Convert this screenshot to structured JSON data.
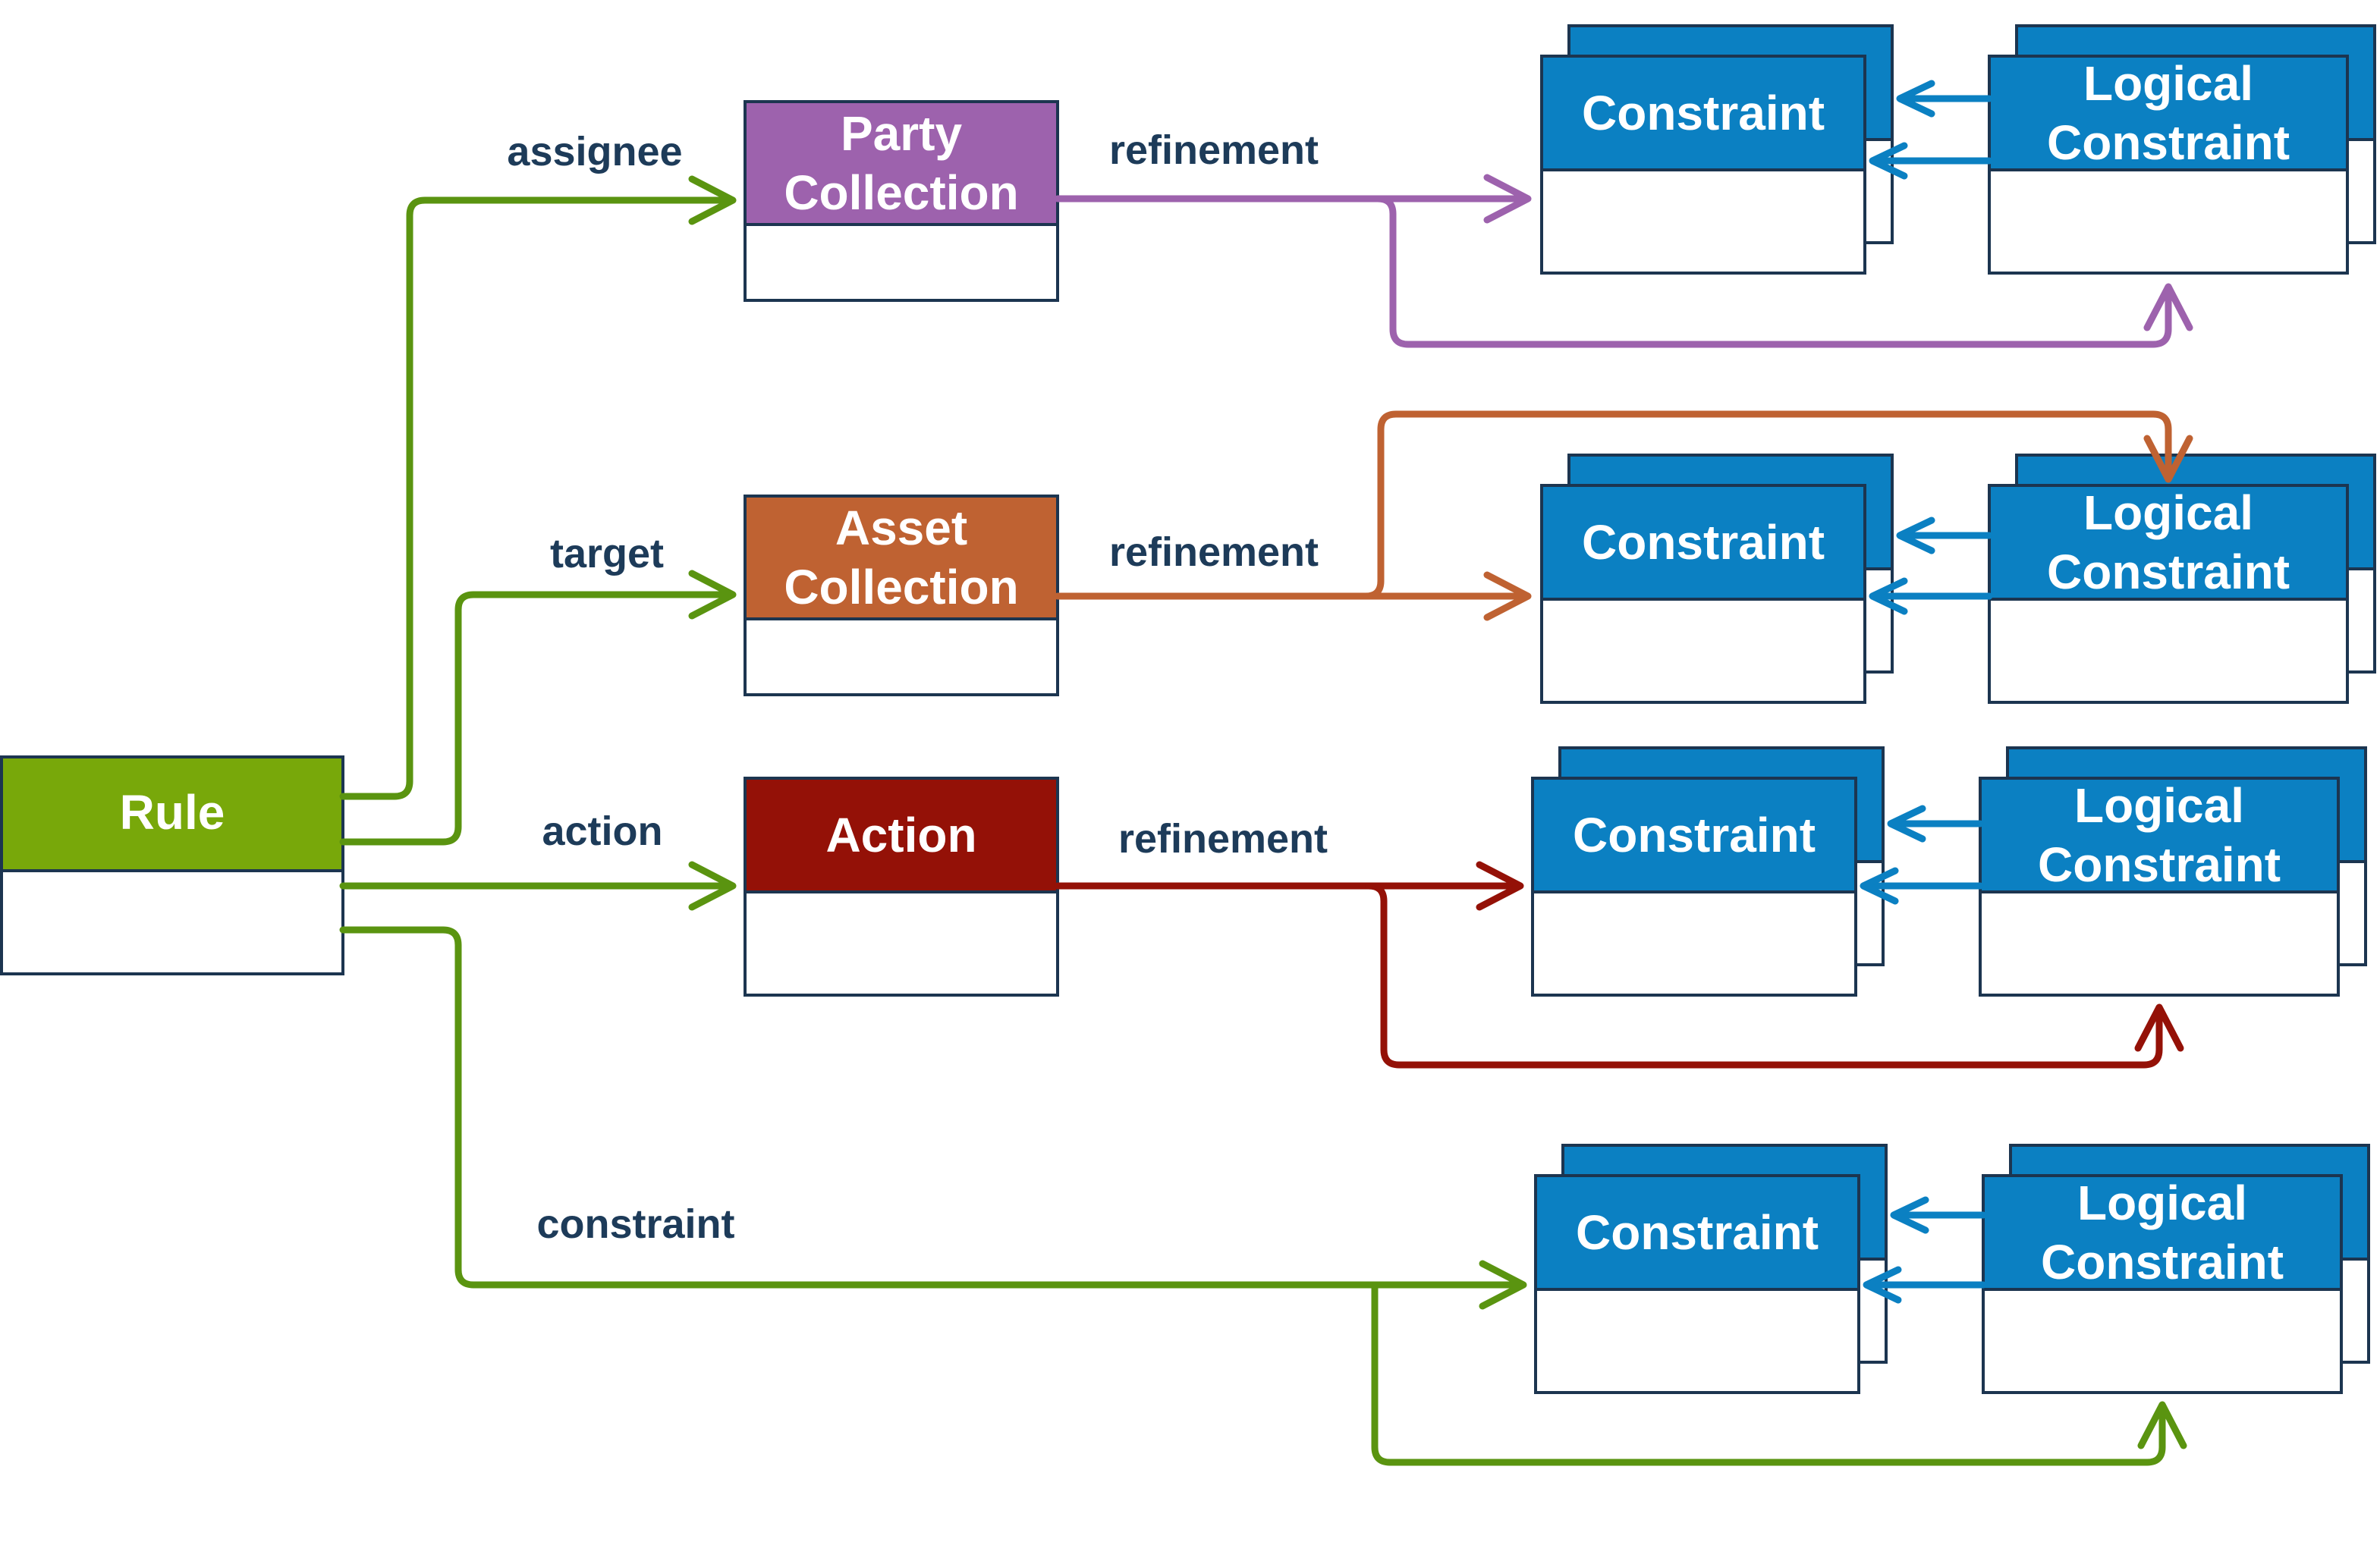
{
  "colors": {
    "rule": "#78a80a",
    "party": "#9d62ad",
    "asset": "#bf6232",
    "action": "#941107",
    "constraint": "#0b80c2",
    "outline": "#1c3550",
    "label": "#1d3b59"
  },
  "nodes": {
    "rule": {
      "title": "Rule"
    },
    "party": {
      "title_line1": "Party",
      "title_line2": "Collection"
    },
    "asset": {
      "title_line1": "Asset",
      "title_line2": "Collection"
    },
    "action": {
      "title": "Action"
    },
    "constraint": {
      "title": "Constraint"
    },
    "logical": {
      "title_line1": "Logical",
      "title_line2": "Constraint"
    }
  },
  "edge_labels": {
    "assignee": "assignee",
    "target": "target",
    "action": "action",
    "constraint": "constraint",
    "refinement": "refinement"
  }
}
